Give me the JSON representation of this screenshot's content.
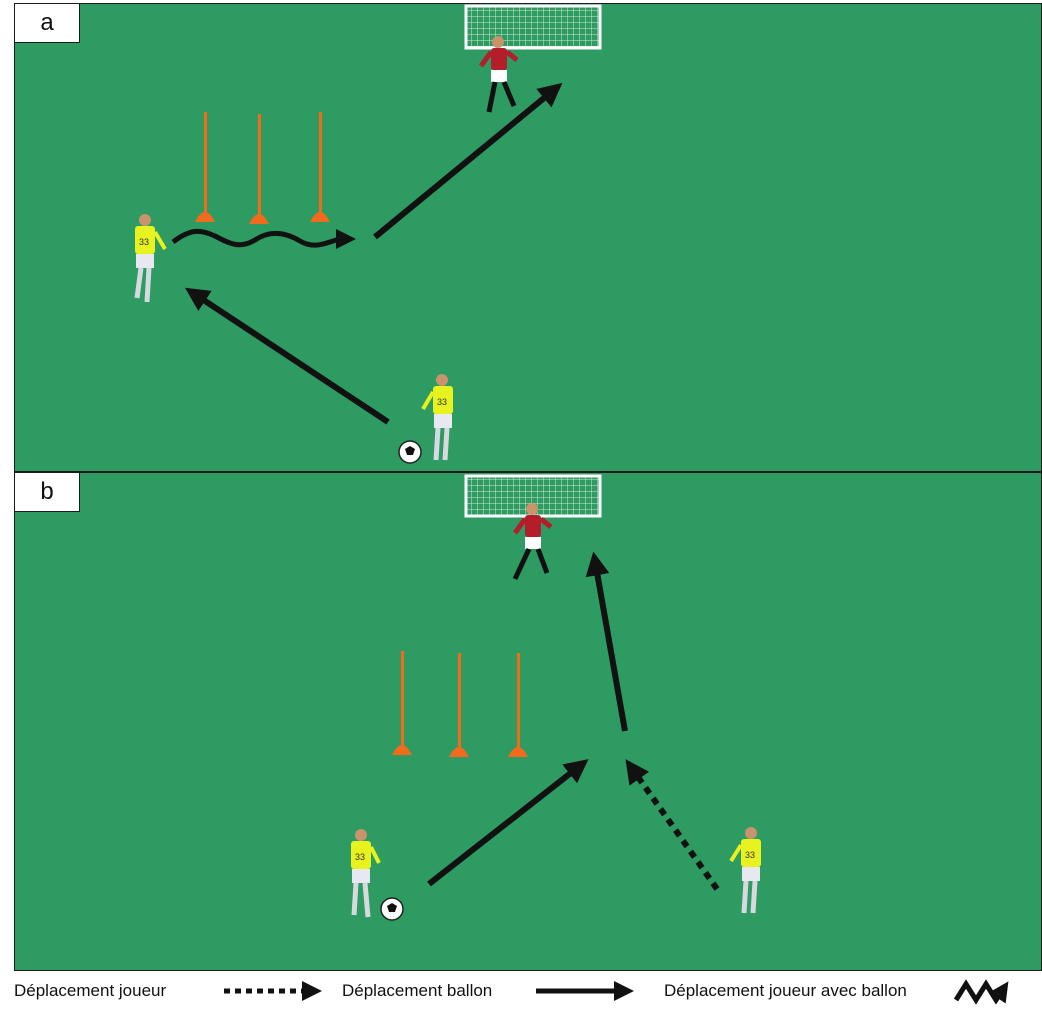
{
  "panels": [
    {
      "label": "a"
    },
    {
      "label": "b"
    }
  ],
  "legend": {
    "player_move": "Déplacement joueur",
    "ball_move": "Déplacement ballon",
    "player_with_ball": "Déplacement joueur avec ballon"
  },
  "colors": {
    "pitch": "#2e9b63",
    "cone": "#f26a1b",
    "arrow": "#111111",
    "field_player_shirt": "#e8f21f",
    "goalkeeper_shirt": "#b31e2a"
  }
}
